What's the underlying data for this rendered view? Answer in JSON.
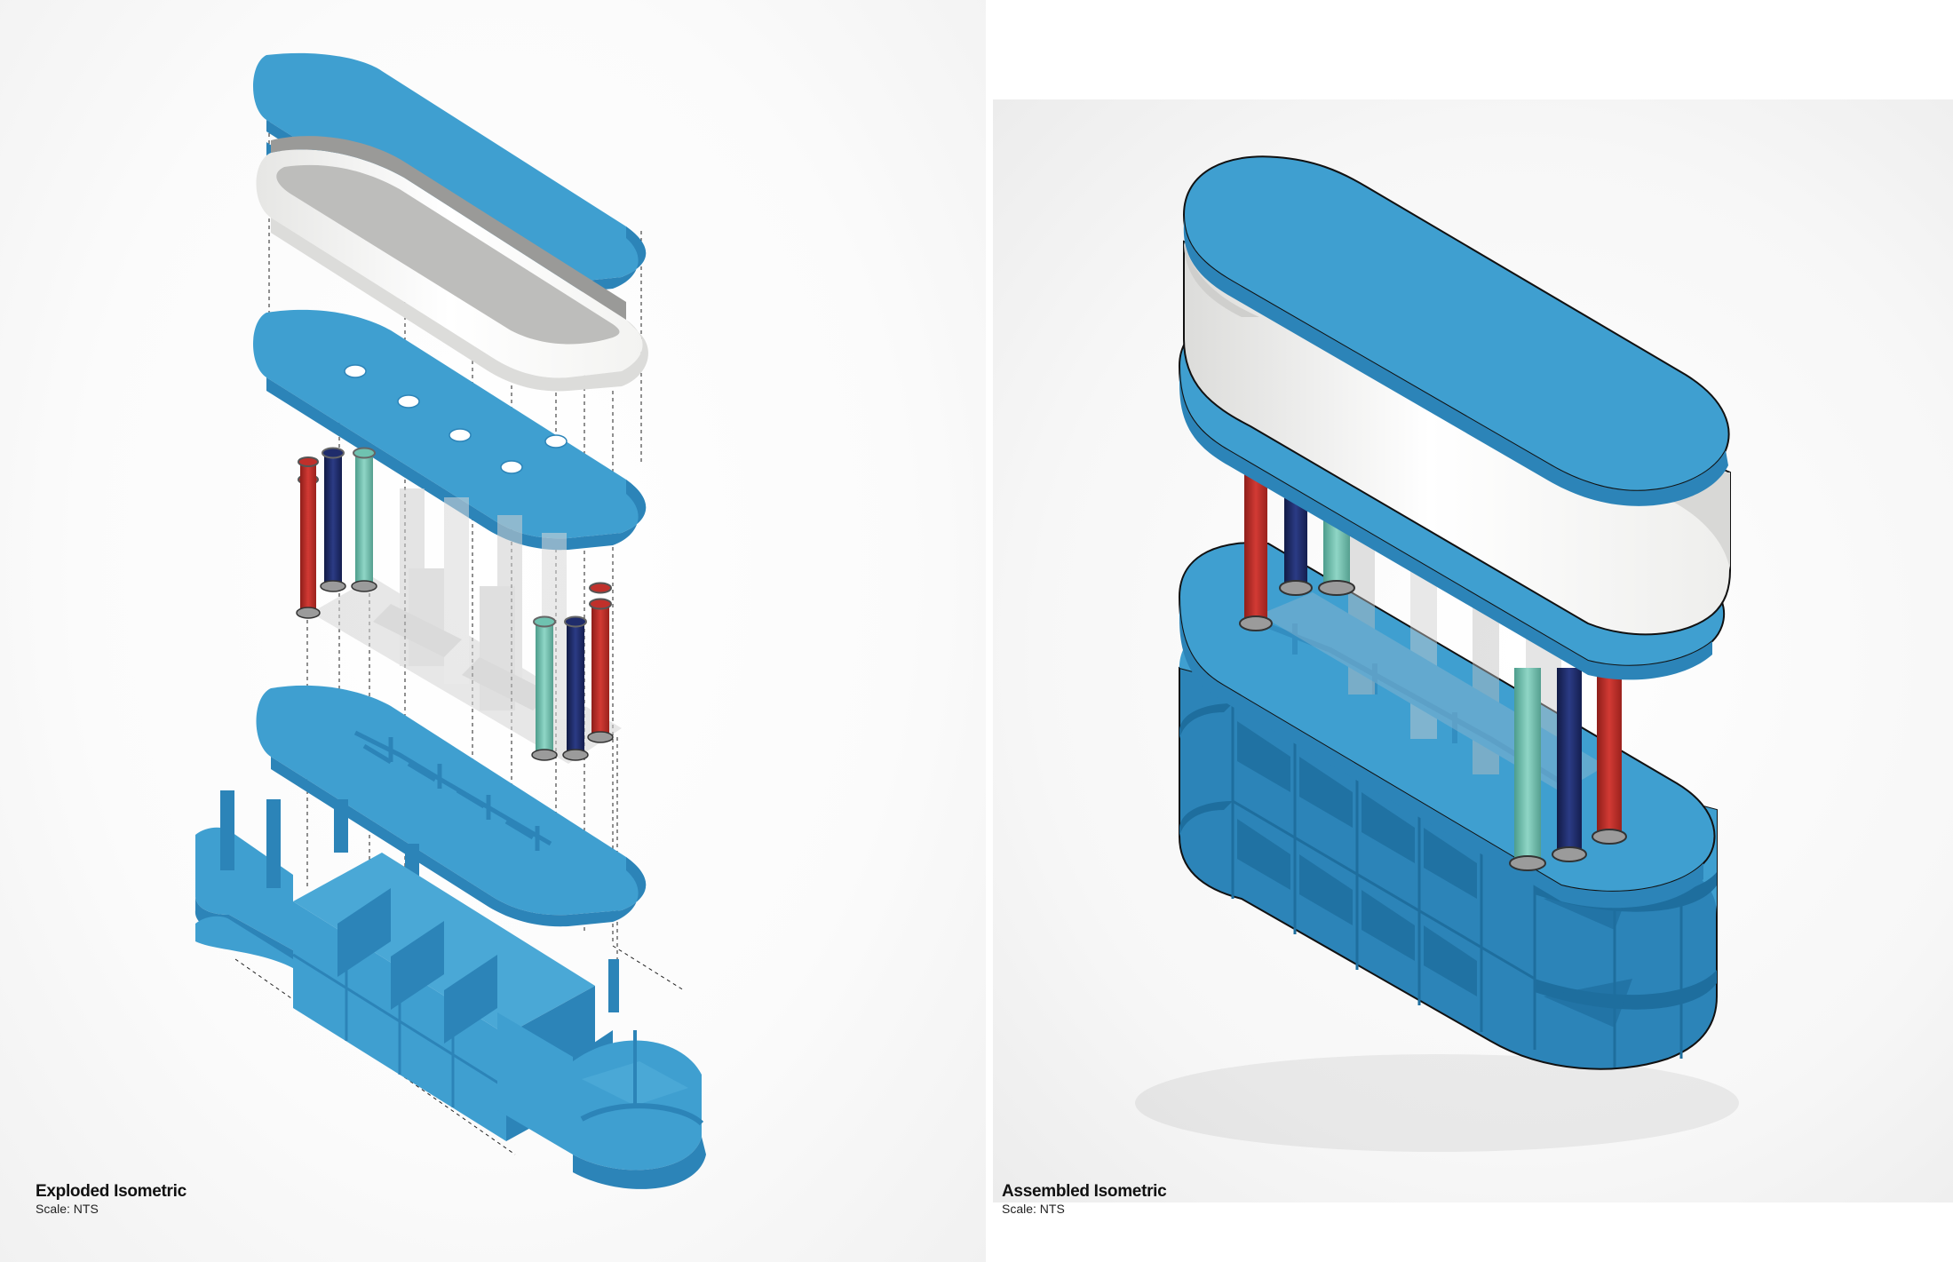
{
  "figures": [
    {
      "title": "Exploded Isometric",
      "scale": "Scale: NTS"
    },
    {
      "title": "Assembled Isometric",
      "scale": "Scale: NTS"
    }
  ],
  "colors": {
    "panel_blue": "#3f9fd0",
    "panel_blue_dark": "#2c84b8",
    "band_white": "#f2f2f0",
    "pipe_red": "#c0302b",
    "pipe_navy": "#1f2c6b",
    "pipe_teal": "#6fc2b0",
    "ghost_grey": "#d7d7d7"
  },
  "icons": [
    "exploded-assembly-diagram",
    "assembled-assembly-diagram"
  ]
}
